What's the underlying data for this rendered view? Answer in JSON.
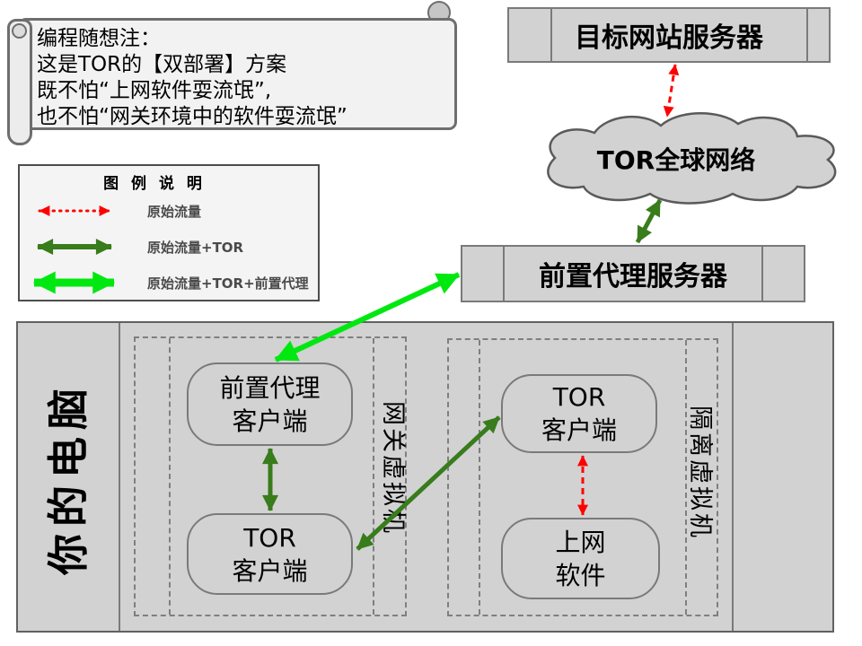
{
  "note": {
    "line1": "编程随想注：",
    "line2": "这是TOR的【双部署】方案",
    "line3": "既不怕“上网软件耍流氓”,",
    "line4": "也不怕“网关环境中的软件耍流氓”"
  },
  "legend": {
    "title": "图 例 说 明",
    "items": [
      {
        "label": "原始流量",
        "style": "red-dotted"
      },
      {
        "label": "原始流量+TOR",
        "style": "dark-green-solid"
      },
      {
        "label": "原始流量+TOR+前置代理",
        "style": "lime-green-solid"
      }
    ]
  },
  "nodes": {
    "target_server": "目标网站服务器",
    "tor_network": "TOR全球网络",
    "front_proxy_server": "前置代理服务器",
    "your_computer": "你的电脑",
    "gateway_vm": "网关虚拟机",
    "isolation_vm": "隔离虚拟机",
    "front_proxy_client": {
      "line1": "前置代理",
      "line2": "客户端"
    },
    "gateway_tor_client": {
      "line1": "TOR",
      "line2": "客户端"
    },
    "isolation_tor_client": {
      "line1": "TOR",
      "line2": "客户端"
    },
    "internet_app": {
      "line1": "上网",
      "line2": "软件"
    }
  },
  "colors": {
    "red": "#FF0000",
    "dark_green": "#387C1C",
    "lime_green": "#00E810",
    "box_fill": "#D2D2D2",
    "box_border": "#7A7A7A",
    "panel_fill": "#F2F2F2"
  }
}
